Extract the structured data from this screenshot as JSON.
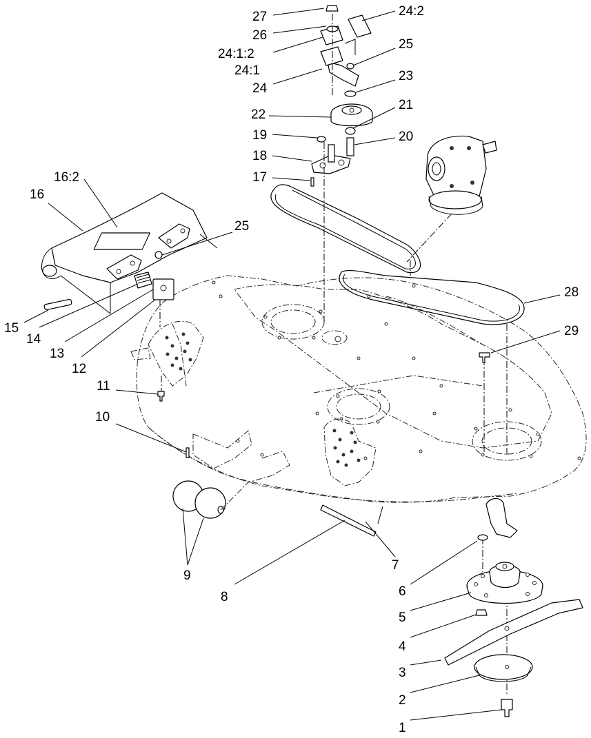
{
  "diagram": {
    "callouts": [
      {
        "id": "c1",
        "text": "1"
      },
      {
        "id": "c2",
        "text": "2"
      },
      {
        "id": "c3",
        "text": "3"
      },
      {
        "id": "c4",
        "text": "4"
      },
      {
        "id": "c5",
        "text": "5"
      },
      {
        "id": "c6",
        "text": "6"
      },
      {
        "id": "c7",
        "text": "7"
      },
      {
        "id": "c8",
        "text": "8"
      },
      {
        "id": "c9",
        "text": "9"
      },
      {
        "id": "c10",
        "text": "10"
      },
      {
        "id": "c11",
        "text": "11"
      },
      {
        "id": "c12",
        "text": "12"
      },
      {
        "id": "c13",
        "text": "13"
      },
      {
        "id": "c14",
        "text": "14"
      },
      {
        "id": "c15",
        "text": "15"
      },
      {
        "id": "c16",
        "text": "16"
      },
      {
        "id": "c16_2",
        "text": "16:2"
      },
      {
        "id": "c17",
        "text": "17"
      },
      {
        "id": "c18",
        "text": "18"
      },
      {
        "id": "c19",
        "text": "19"
      },
      {
        "id": "c20",
        "text": "20"
      },
      {
        "id": "c21",
        "text": "21"
      },
      {
        "id": "c22",
        "text": "22"
      },
      {
        "id": "c23",
        "text": "23"
      },
      {
        "id": "c24",
        "text": "24"
      },
      {
        "id": "c24_1",
        "text": "24:1"
      },
      {
        "id": "c24_1_2",
        "text": "24:1:2"
      },
      {
        "id": "c24_2",
        "text": "24:2"
      },
      {
        "id": "c25a",
        "text": "25"
      },
      {
        "id": "c25b",
        "text": "25"
      },
      {
        "id": "c26",
        "text": "26"
      },
      {
        "id": "c27",
        "text": "27"
      },
      {
        "id": "c28",
        "text": "28"
      },
      {
        "id": "c29",
        "text": "29"
      }
    ]
  }
}
